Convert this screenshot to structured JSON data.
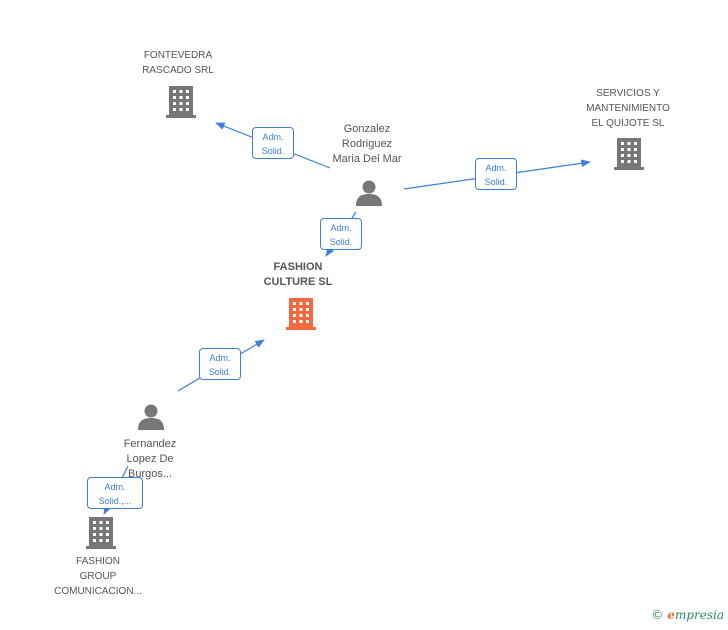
{
  "nodes": {
    "fontevedra": {
      "label": "FONTEVEDRA\nRASCADO SRL"
    },
    "servicios": {
      "label": "SERVICIOS Y\nMANTENIMIENTO\nEL QUIJOTE SL"
    },
    "fashion_culture": {
      "label": "FASHION\nCULTURE SL"
    },
    "fashion_group": {
      "label": "FASHION\nGROUP\nCOMUNICACION..."
    },
    "gonzalez": {
      "label": "Gonzalez\nRodriguez\nMaria Del Mar"
    },
    "fernandez": {
      "label": "Fernandez\nLopez De\nBurgos..."
    }
  },
  "edges": {
    "e1": {
      "line1": "Adm.",
      "line2": "Solid."
    },
    "e2": {
      "line1": "Adm.",
      "line2": "Solid."
    },
    "e3": {
      "line1": "Adm.",
      "line2": "Solid."
    },
    "e4": {
      "line1": "Adm.",
      "line2": "Solid."
    },
    "e5": {
      "line1": "Adm.",
      "line2": "Solid.,..."
    }
  },
  "colors": {
    "company": "#777777",
    "center": "#f26a3d",
    "edge": "#3b7fd9"
  },
  "brand": {
    "copyright": "©",
    "initial": "e",
    "rest": "mpresia"
  }
}
